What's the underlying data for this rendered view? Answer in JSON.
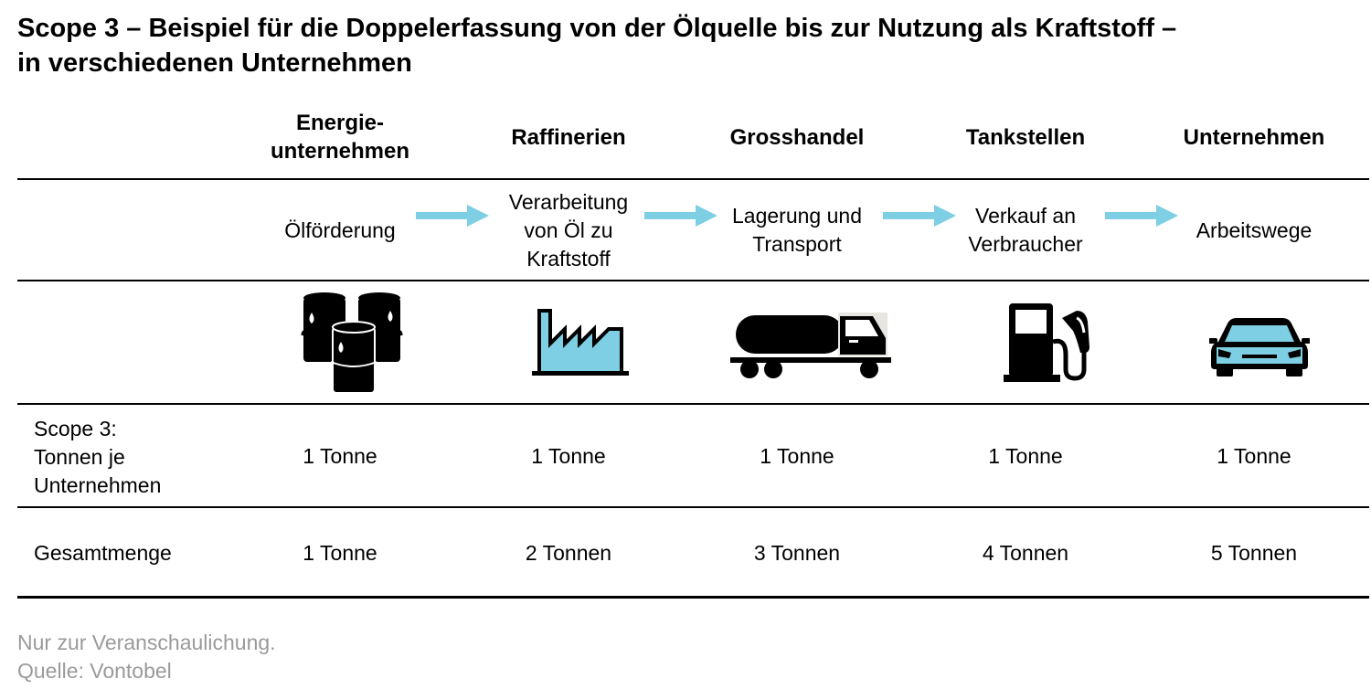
{
  "title": {
    "line1": "Scope 3 – Beispiel für die Doppelerfassung von der Ölquelle bis zur Nutzung als Kraftstoff –",
    "line2": "in verschiedenen Unternehmen"
  },
  "columns": [
    {
      "header_lines": [
        "Energie-",
        "unternehmen"
      ],
      "stage_lines": [
        "Ölförderung"
      ],
      "icon": "oil-barrels-icon",
      "scope3": "1 Tonne",
      "total": "1 Tonne"
    },
    {
      "header_lines": [
        "Raffinerien"
      ],
      "stage_lines": [
        "Verarbeitung",
        "von Öl zu",
        "Kraftstoff"
      ],
      "icon": "factory-icon",
      "scope3": "1 Tonne",
      "total": "2 Tonnen"
    },
    {
      "header_lines": [
        "Grosshandel"
      ],
      "stage_lines": [
        "Lagerung und",
        "Transport"
      ],
      "icon": "tanker-truck-icon",
      "scope3": "1 Tonne",
      "total": "3 Tonnen"
    },
    {
      "header_lines": [
        "Tankstellen"
      ],
      "stage_lines": [
        "Verkauf an",
        "Verbraucher"
      ],
      "icon": "fuel-pump-icon",
      "scope3": "1 Tonne",
      "total": "4 Tonnen"
    },
    {
      "header_lines": [
        "Unternehmen"
      ],
      "stage_lines": [
        "Arbeitswege"
      ],
      "icon": "car-icon",
      "scope3": "1 Tonne",
      "total": "5 Tonnen"
    }
  ],
  "row_labels": {
    "scope3_lines": [
      "Scope 3:",
      "Tonnen je",
      "Unternehmen"
    ],
    "total": "Gesamtmenge"
  },
  "footer": {
    "note": "Nur zur Veranschaulichung.",
    "source": "Quelle: Vontobel"
  },
  "colors": {
    "accent": "#7ecfe3",
    "text": "#000000",
    "footer_text": "#9a9a9a"
  }
}
